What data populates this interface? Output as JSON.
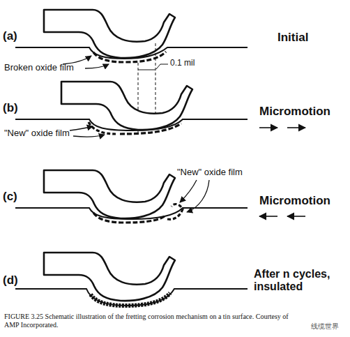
{
  "diagram": {
    "caption": "FIGURE 3.25 Schematic illustration of the fretting corrosion mechanism on a tin surface. Courtesy of AMP Incorporated.",
    "labels": [
      "(a)",
      "Initial",
      "0.1 mil",
      "Broken oxide film",
      "(b)",
      "Micromotion",
      "\"New\" oxide film",
      "(c)",
      "\"New\" oxide film",
      "Micromotion",
      "(d)",
      "After n cycles, insulated",
      "线缆世界"
    ]
  }
}
